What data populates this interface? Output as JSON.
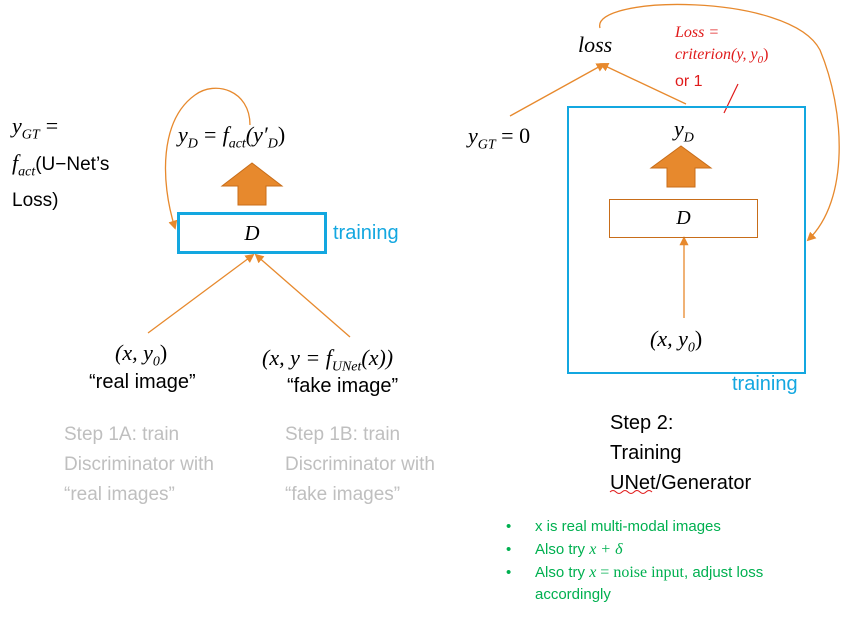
{
  "colors": {
    "orange": "#e7892d",
    "orange_dark": "#c86d19",
    "blue": "#13a7e0",
    "red": "#e01b1b",
    "green": "#00b050",
    "grey": "#bfbfbf"
  },
  "left": {
    "ygt_label_math": "y",
    "ygt_sub": "GT",
    "ygt_eq": "=",
    "fact_f": "f",
    "fact_sub": "act",
    "ygt_text_1": "(U−Net’s",
    "ygt_text_2": "Loss)",
    "yd_y": "y",
    "yd_sub": "D",
    "yd_eq": "=",
    "yd_f": "f",
    "yd_fsub": "act",
    "yd_arg": "(y′",
    "yd_argsub": "D",
    "yd_close": ")",
    "box_label": "D",
    "training_label": "training",
    "real_tuple": "(x, y",
    "real_tuple_sub": "0",
    "real_tuple_close": ")",
    "real_caption": "“real image”",
    "fake_tuple": "(x, y = f",
    "fake_tuple_sub": "UNet",
    "fake_tuple_close": "(x))",
    "fake_caption": "“fake image”",
    "step1a": "Step 1A: train Discriminator with “real images”",
    "step1b": "Step 1B: train Discriminator with “fake images”"
  },
  "right": {
    "loss_label": "loss",
    "loss_eq_1": "Loss =",
    "loss_eq_2_a": "criterion(y, y",
    "loss_eq_2_sub": "0",
    "loss_eq_2_close": ")",
    "loss_eq_3": "or 1",
    "ygt_y": "y",
    "ygt_sub": "GT",
    "ygt_rest": " = 0",
    "yd_y": "y",
    "yd_sub": "D",
    "box_label": "D",
    "tuple": "(x, y",
    "tuple_sub": "0",
    "tuple_close": ")",
    "training_label": "training",
    "step2_line1": "Step 2:",
    "step2_line2": "Training",
    "step2_line3": "UNet/Generator"
  },
  "bullets": {
    "b1": "x is real multi-modal images",
    "b2_prefix": "Also try ",
    "b2_math": "x + δ",
    "b3_prefix": "Also try ",
    "b3_math_x": "x",
    "b3_math_rest": " = noise input",
    "b3_suffix": ", adjust loss",
    "b3_line2": "accordingly",
    "bullet_char": "•"
  }
}
